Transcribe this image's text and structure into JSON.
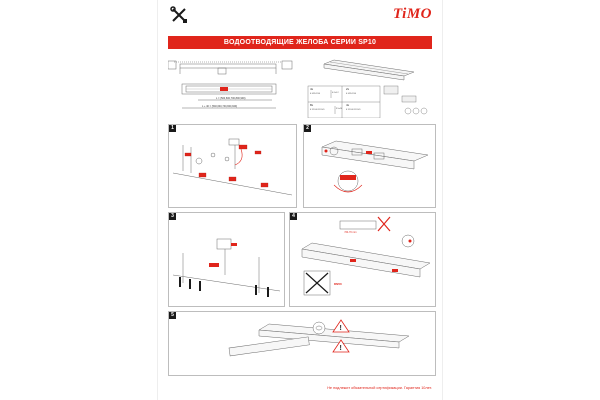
{
  "page": {
    "logo": "TiMO",
    "title": "ВОДООТВОДЯЩИЕ ЖЕЛОБА СЕРИИ SP10",
    "footer_note": "Не подлежит обязательной сертификации. Гарантия 10лет."
  },
  "dimensions": {
    "length_label": "L = (500,600,700,800,900)",
    "total_label": "L + 40 = (540,640,740,840,940)"
  },
  "parts_list": [
    {
      "qty": "4x",
      "spec": "6.1/65.19/0"
    },
    {
      "qty": "8x",
      "spec": "6.7/01.4/11.19/0"
    },
    {
      "qty": "2x",
      "spec": "6.1/65.19/0"
    },
    {
      "qty": "4x",
      "spec": "6.7/01.4/11.19/0"
    }
  ],
  "screw_labels": [
    "4.2x9.2",
    "3.5x20"
  ],
  "sections": [
    "1",
    "2",
    "3",
    "4",
    "5"
  ],
  "labels": {
    "dn50": "DN50",
    "level_label": "≈50-70 mm"
  },
  "colors": {
    "accent": "#e0251b",
    "line": "#6b6b6b"
  }
}
